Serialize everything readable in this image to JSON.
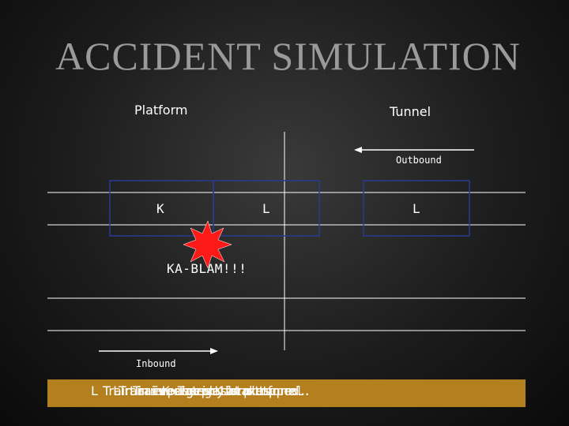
{
  "slide": {
    "title": "ACCIDENT SIMULATION"
  },
  "diagram": {
    "labels": {
      "platform": "Platform",
      "tunnel": "Tunnel",
      "outbound": "Outbound",
      "inbound": "Inbound",
      "impact": "KA-BLAM!!!"
    },
    "cars": {
      "k_car": "K",
      "l_car_front": "L",
      "l_car_rear": "L"
    },
    "colors": {
      "background": "#1c1c1c",
      "track": "#ffffff",
      "car_outline": "#2b3a8f",
      "explosion": "#ff1a1a",
      "caption_bar": "#b37f1f"
    }
  },
  "caption": {
    "lead": "L",
    "overlapping_lines": [
      "Train arrives at platform.",
      "K Train is stopped.",
      "Train emergency brakes.",
      "L train changes to tunnel.",
      "Train passes K at platform."
    ]
  }
}
